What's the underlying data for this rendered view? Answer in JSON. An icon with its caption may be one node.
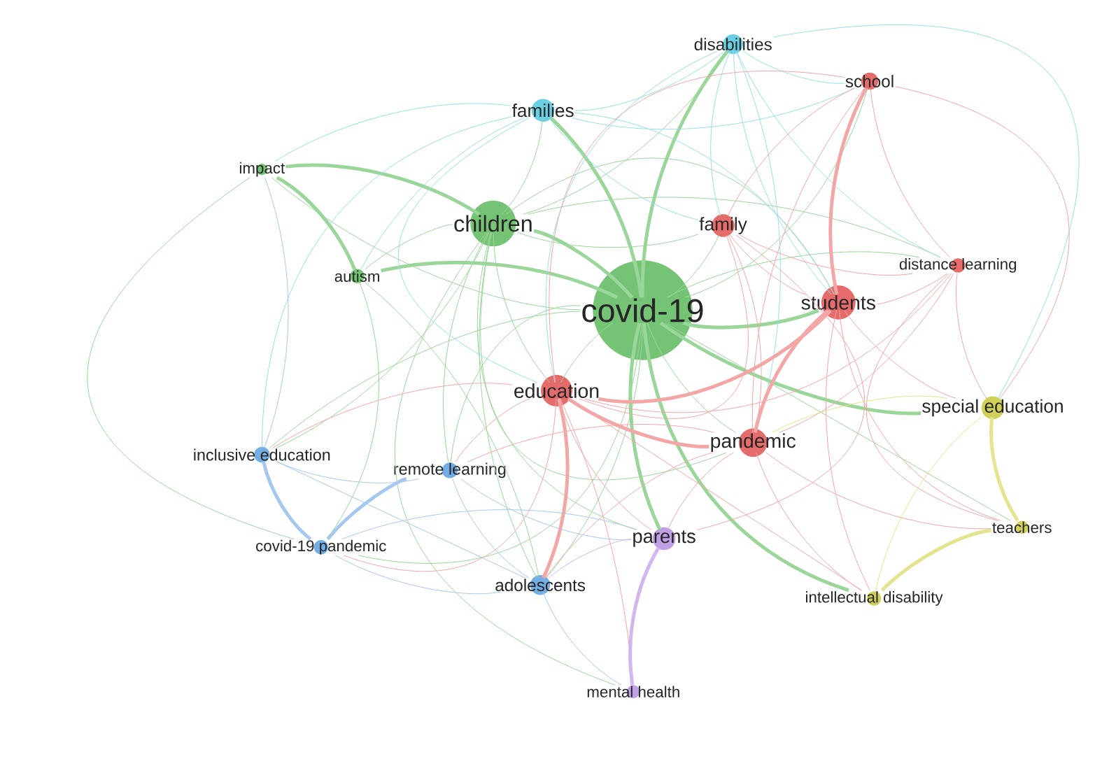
{
  "diagram": {
    "nodes": [
      {
        "text": [
          "covid-19"
        ]
      },
      {
        "text": [
          "children"
        ]
      },
      {
        "text": [
          "families"
        ]
      },
      {
        "text": [
          "disabilities"
        ]
      },
      {
        "text": [
          "school"
        ]
      },
      {
        "text": [
          "impact"
        ]
      },
      {
        "text": [
          "family"
        ]
      },
      {
        "text": [
          "autism"
        ]
      },
      {
        "text": [
          "students"
        ]
      },
      {
        "text": [
          "distance learning"
        ]
      },
      {
        "text": [
          "education"
        ]
      },
      {
        "text": [
          "special education"
        ]
      },
      {
        "text": [
          "pandemic"
        ]
      },
      {
        "text": [
          "inclusive education"
        ]
      },
      {
        "text": [
          "remote learning"
        ]
      },
      {
        "text": [
          "teachers"
        ]
      },
      {
        "text": [
          "covid-19 pandemic"
        ]
      },
      {
        "text": [
          "parents"
        ]
      },
      {
        "text": [
          "adolescents"
        ]
      },
      {
        "text": [
          "intellectual disability"
        ]
      },
      {
        "text": [
          "mental health"
        ]
      }
    ],
    "edges": [
      {
        "from": 0,
        "to": 1,
        "arrow": "none",
        "style": "thick",
        "color": "#9ad69a"
      },
      {
        "from": 0,
        "to": 2,
        "arrow": "none",
        "style": "thick",
        "color": "#9ad69a"
      },
      {
        "from": 0,
        "to": 3,
        "arrow": "none",
        "style": "thick",
        "color": "#9ad69a"
      },
      {
        "from": 0,
        "to": 4,
        "arrow": "none",
        "color": "#9ad69a"
      },
      {
        "from": 0,
        "to": 5,
        "arrow": "none",
        "color": "#9ad69a"
      },
      {
        "from": 0,
        "to": 6,
        "arrow": "none",
        "color": "#9ad69a"
      },
      {
        "from": 0,
        "to": 7,
        "arrow": "none",
        "style": "thick",
        "color": "#9ad69a"
      },
      {
        "from": 0,
        "to": 8,
        "arrow": "none",
        "style": "thick",
        "color": "#9ad69a"
      },
      {
        "from": 0,
        "to": 9,
        "arrow": "none",
        "color": "#9ad69a"
      },
      {
        "from": 0,
        "to": 10,
        "arrow": "none",
        "color": "#9ad69a"
      },
      {
        "from": 0,
        "to": 11,
        "arrow": "none",
        "style": "thick",
        "color": "#9ad69a"
      },
      {
        "from": 0,
        "to": 12,
        "arrow": "none",
        "color": "#9ad69a"
      },
      {
        "from": 0,
        "to": 13,
        "arrow": "none",
        "color": "#9ad69a"
      },
      {
        "from": 0,
        "to": 14,
        "arrow": "none",
        "color": "#9ad69a"
      },
      {
        "from": 0,
        "to": 15,
        "arrow": "none",
        "color": "#9ad69a"
      },
      {
        "from": 0,
        "to": 16,
        "arrow": "none",
        "color": "#9ad69a"
      },
      {
        "from": 0,
        "to": 17,
        "arrow": "none",
        "style": "thick",
        "color": "#9ad69a"
      },
      {
        "from": 0,
        "to": 18,
        "arrow": "none",
        "color": "#9ad69a"
      },
      {
        "from": 0,
        "to": 19,
        "arrow": "none",
        "style": "thick",
        "color": "#9ad69a"
      },
      {
        "from": 1,
        "to": 2,
        "arrow": "none",
        "color": "#9ad69a"
      },
      {
        "from": 1,
        "to": 3,
        "arrow": "none",
        "color": "#9ad69a"
      },
      {
        "from": 1,
        "to": 5,
        "arrow": "none",
        "style": "thick",
        "color": "#9ad69a"
      },
      {
        "from": 1,
        "to": 6,
        "arrow": "none",
        "color": "#9ad69a"
      },
      {
        "from": 1,
        "to": 7,
        "arrow": "none",
        "color": "#9ad69a"
      },
      {
        "from": 1,
        "to": 8,
        "arrow": "none",
        "color": "#9ad69a"
      },
      {
        "from": 1,
        "to": 9,
        "arrow": "none",
        "color": "#9ad69a"
      },
      {
        "from": 1,
        "to": 10,
        "arrow": "none",
        "color": "#9ad69a"
      },
      {
        "from": 1,
        "to": 12,
        "arrow": "none",
        "color": "#9ad69a"
      },
      {
        "from": 1,
        "to": 13,
        "arrow": "none",
        "color": "#9ad69a"
      },
      {
        "from": 1,
        "to": 14,
        "arrow": "none",
        "color": "#9ad69a"
      },
      {
        "from": 1,
        "to": 17,
        "arrow": "none",
        "color": "#9ad69a"
      },
      {
        "from": 1,
        "to": 18,
        "arrow": "none",
        "color": "#9ad69a"
      },
      {
        "from": 1,
        "to": 20,
        "arrow": "none",
        "color": "#9ad69a"
      },
      {
        "from": 2,
        "to": 3,
        "arrow": "none",
        "color": "#96dfea"
      },
      {
        "from": 2,
        "to": 4,
        "arrow": "none",
        "color": "#96dfea"
      },
      {
        "from": 2,
        "to": 5,
        "arrow": "none",
        "color": "#96dfea"
      },
      {
        "from": 2,
        "to": 6,
        "arrow": "none",
        "color": "#96dfea"
      },
      {
        "from": 2,
        "to": 7,
        "arrow": "none",
        "color": "#96dfea"
      },
      {
        "from": 2,
        "to": 8,
        "arrow": "none",
        "color": "#96dfea"
      },
      {
        "from": 2,
        "to": 10,
        "arrow": "none",
        "color": "#96dfea"
      },
      {
        "from": 2,
        "to": 13,
        "arrow": "none",
        "color": "#96dfea"
      },
      {
        "from": 3,
        "to": 4,
        "arrow": "none",
        "color": "#96dfea"
      },
      {
        "from": 3,
        "to": 6,
        "arrow": "none",
        "color": "#96dfea"
      },
      {
        "from": 3,
        "to": 8,
        "arrow": "none",
        "color": "#96dfea"
      },
      {
        "from": 3,
        "to": 9,
        "arrow": "none",
        "color": "#96dfea"
      },
      {
        "from": 3,
        "to": 10,
        "arrow": "none",
        "color": "#96dfea"
      },
      {
        "from": 3,
        "to": 11,
        "arrow": "none",
        "color": "#96dfea"
      },
      {
        "from": 3,
        "to": 12,
        "arrow": "none",
        "color": "#96dfea"
      },
      {
        "from": 4,
        "to": 6,
        "arrow": "none",
        "color": "#f4a5a5"
      },
      {
        "from": 4,
        "to": 8,
        "arrow": "none",
        "style": "thick",
        "color": "#f4a5a5"
      },
      {
        "from": 4,
        "to": 9,
        "arrow": "none",
        "color": "#f4a5a5"
      },
      {
        "from": 4,
        "to": 10,
        "arrow": "none",
        "color": "#f4a5a5"
      },
      {
        "from": 4,
        "to": 11,
        "arrow": "none",
        "color": "#f4a5a5"
      },
      {
        "from": 4,
        "to": 12,
        "arrow": "none",
        "color": "#f4a5a5"
      },
      {
        "from": 6,
        "to": 8,
        "arrow": "none",
        "color": "#f4a5a5"
      },
      {
        "from": 6,
        "to": 9,
        "arrow": "none",
        "color": "#f4a5a5"
      },
      {
        "from": 6,
        "to": 10,
        "arrow": "none",
        "color": "#f4a5a5"
      },
      {
        "from": 6,
        "to": 12,
        "arrow": "none",
        "color": "#f4a5a5"
      },
      {
        "from": 6,
        "to": 17,
        "arrow": "none",
        "color": "#f4a5a5"
      },
      {
        "from": 8,
        "to": 9,
        "arrow": "none",
        "color": "#f4a5a5"
      },
      {
        "from": 8,
        "to": 10,
        "arrow": "none",
        "style": "thick",
        "color": "#f4a5a5"
      },
      {
        "from": 8,
        "to": 11,
        "arrow": "none",
        "color": "#f4a5a5"
      },
      {
        "from": 8,
        "to": 12,
        "arrow": "none",
        "style": "thick",
        "color": "#f4a5a5"
      },
      {
        "from": 8,
        "to": 15,
        "arrow": "none",
        "color": "#f4a5a5"
      },
      {
        "from": 8,
        "to": 19,
        "arrow": "none",
        "color": "#f4a5a5"
      },
      {
        "from": 9,
        "to": 10,
        "arrow": "none",
        "color": "#f4a5a5"
      },
      {
        "from": 9,
        "to": 11,
        "arrow": "none",
        "color": "#f4a5a5"
      },
      {
        "from": 9,
        "to": 12,
        "arrow": "none",
        "color": "#f4a5a5"
      },
      {
        "from": 9,
        "to": 15,
        "arrow": "none",
        "color": "#f4a5a5"
      },
      {
        "from": 10,
        "to": 12,
        "arrow": "none",
        "style": "thick",
        "color": "#f4a5a5"
      },
      {
        "from": 10,
        "to": 13,
        "arrow": "none",
        "color": "#f4a5a5"
      },
      {
        "from": 10,
        "to": 14,
        "arrow": "none",
        "color": "#f4a5a5"
      },
      {
        "from": 10,
        "to": 16,
        "arrow": "none",
        "color": "#f4a5a5"
      },
      {
        "from": 10,
        "to": 17,
        "arrow": "none",
        "color": "#f4a5a5"
      },
      {
        "from": 10,
        "to": 18,
        "arrow": "none",
        "style": "thick",
        "color": "#f4a5a5"
      },
      {
        "from": 10,
        "to": 19,
        "arrow": "none",
        "color": "#f4a5a5"
      },
      {
        "from": 10,
        "to": 20,
        "arrow": "none",
        "color": "#f4a5a5"
      },
      {
        "from": 11,
        "to": 12,
        "arrow": "none",
        "color": "#e4e38e"
      },
      {
        "from": 11,
        "to": 15,
        "arrow": "none",
        "style": "thick",
        "color": "#e4e38e"
      },
      {
        "from": 11,
        "to": 19,
        "arrow": "none",
        "color": "#e4e38e"
      },
      {
        "from": 12,
        "to": 14,
        "arrow": "none",
        "color": "#f4a5a5"
      },
      {
        "from": 12,
        "to": 15,
        "arrow": "none",
        "color": "#f4a5a5"
      },
      {
        "from": 12,
        "to": 17,
        "arrow": "none",
        "color": "#f4a5a5"
      },
      {
        "from": 12,
        "to": 18,
        "arrow": "none",
        "color": "#f4a5a5"
      },
      {
        "from": 12,
        "to": 19,
        "arrow": "none",
        "color": "#f4a5a5"
      },
      {
        "from": 13,
        "to": 5,
        "arrow": "none",
        "color": "#a6c8ee"
      },
      {
        "from": 13,
        "to": 14,
        "arrow": "none",
        "color": "#a6c8ee"
      },
      {
        "from": 13,
        "to": 16,
        "arrow": "none",
        "style": "thick",
        "color": "#a6c8ee"
      },
      {
        "from": 13,
        "to": 18,
        "arrow": "none",
        "color": "#a6c8ee"
      },
      {
        "from": 14,
        "to": 16,
        "arrow": "none",
        "style": "thick",
        "color": "#a6c8ee"
      },
      {
        "from": 14,
        "to": 17,
        "arrow": "none",
        "color": "#a6c8ee"
      },
      {
        "from": 14,
        "to": 18,
        "arrow": "none",
        "color": "#a6c8ee"
      },
      {
        "from": 16,
        "to": 17,
        "arrow": "none",
        "color": "#a6c8ee"
      },
      {
        "from": 16,
        "to": 18,
        "arrow": "none",
        "color": "#a6c8ee"
      },
      {
        "from": 15,
        "to": 19,
        "arrow": "none",
        "style": "thick",
        "color": "#e4e38e"
      },
      {
        "from": 7,
        "to": 5,
        "arrow": "none",
        "style": "thick",
        "color": "#9ad69a"
      },
      {
        "from": 7,
        "to": 16,
        "arrow": "none",
        "color": "#9ad69a"
      },
      {
        "from": 7,
        "to": 18,
        "arrow": "none",
        "color": "#9ad69a"
      },
      {
        "from": 5,
        "to": 16,
        "arrow": "none",
        "color": "#9ad69a"
      },
      {
        "from": 17,
        "to": 18,
        "arrow": "none",
        "color": "#d3b6ee"
      },
      {
        "from": 17,
        "to": 20,
        "arrow": "none",
        "style": "thick",
        "color": "#d3b6ee"
      },
      {
        "from": 18,
        "to": 20,
        "arrow": "none",
        "color": "#a6c8ee"
      }
    ]
  }
}
